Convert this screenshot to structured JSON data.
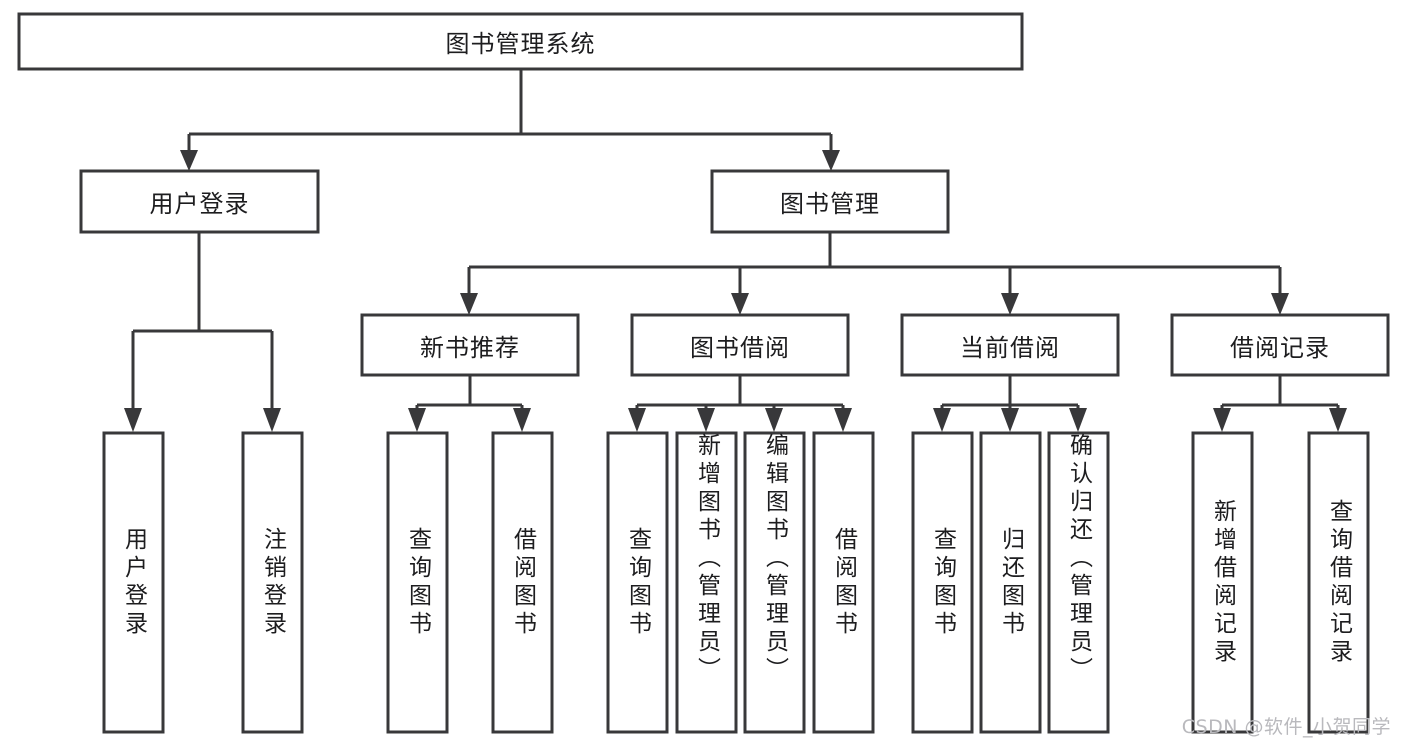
{
  "diagram": {
    "title": "图书管理系统",
    "type": "tree-hierarchy",
    "orientation": "top-down",
    "style": {
      "box_fill": "#ffffff",
      "box_stroke": "#38383a",
      "line_color": "#38383a",
      "text_color": "#1d1d1f",
      "background": "#ffffff",
      "watermark_color": "#b9b9bd"
    },
    "root": {
      "label": "图书管理系统",
      "level": 0,
      "text_orientation": "horizontal"
    },
    "level2": [
      {
        "label": "用户登录",
        "text_orientation": "horizontal"
      },
      {
        "label": "图书管理",
        "text_orientation": "horizontal"
      }
    ],
    "level3": [
      {
        "label": "新书推荐",
        "parent": "图书管理",
        "text_orientation": "horizontal"
      },
      {
        "label": "图书借阅",
        "parent": "图书管理",
        "text_orientation": "horizontal"
      },
      {
        "label": "当前借阅",
        "parent": "图书管理",
        "text_orientation": "horizontal"
      },
      {
        "label": "借阅记录",
        "parent": "图书管理",
        "text_orientation": "horizontal"
      }
    ],
    "leaves": {
      "user_login": [
        {
          "label": "用户登录",
          "text_orientation": "vertical"
        },
        {
          "label": "注销登录",
          "text_orientation": "vertical"
        }
      ],
      "new_book_recommend": [
        {
          "label": "查询图书",
          "text_orientation": "vertical"
        },
        {
          "label": "借阅图书",
          "text_orientation": "vertical"
        }
      ],
      "book_borrow": [
        {
          "label": "查询图书",
          "text_orientation": "vertical"
        },
        {
          "label": "新增图书（管理员）",
          "text_orientation": "vertical"
        },
        {
          "label": "编辑图书（管理员）",
          "text_orientation": "vertical"
        },
        {
          "label": "借阅图书",
          "text_orientation": "vertical"
        }
      ],
      "current_borrow": [
        {
          "label": "查询图书",
          "text_orientation": "vertical"
        },
        {
          "label": "归还图书",
          "text_orientation": "vertical"
        },
        {
          "label": "确认归还（管理员）",
          "text_orientation": "vertical"
        }
      ],
      "borrow_record": [
        {
          "label": "新增借阅记录",
          "text_orientation": "vertical"
        },
        {
          "label": "查询借阅记录",
          "text_orientation": "vertical"
        }
      ]
    }
  },
  "watermark": {
    "text": "CSDN @软件_小贺同学"
  }
}
